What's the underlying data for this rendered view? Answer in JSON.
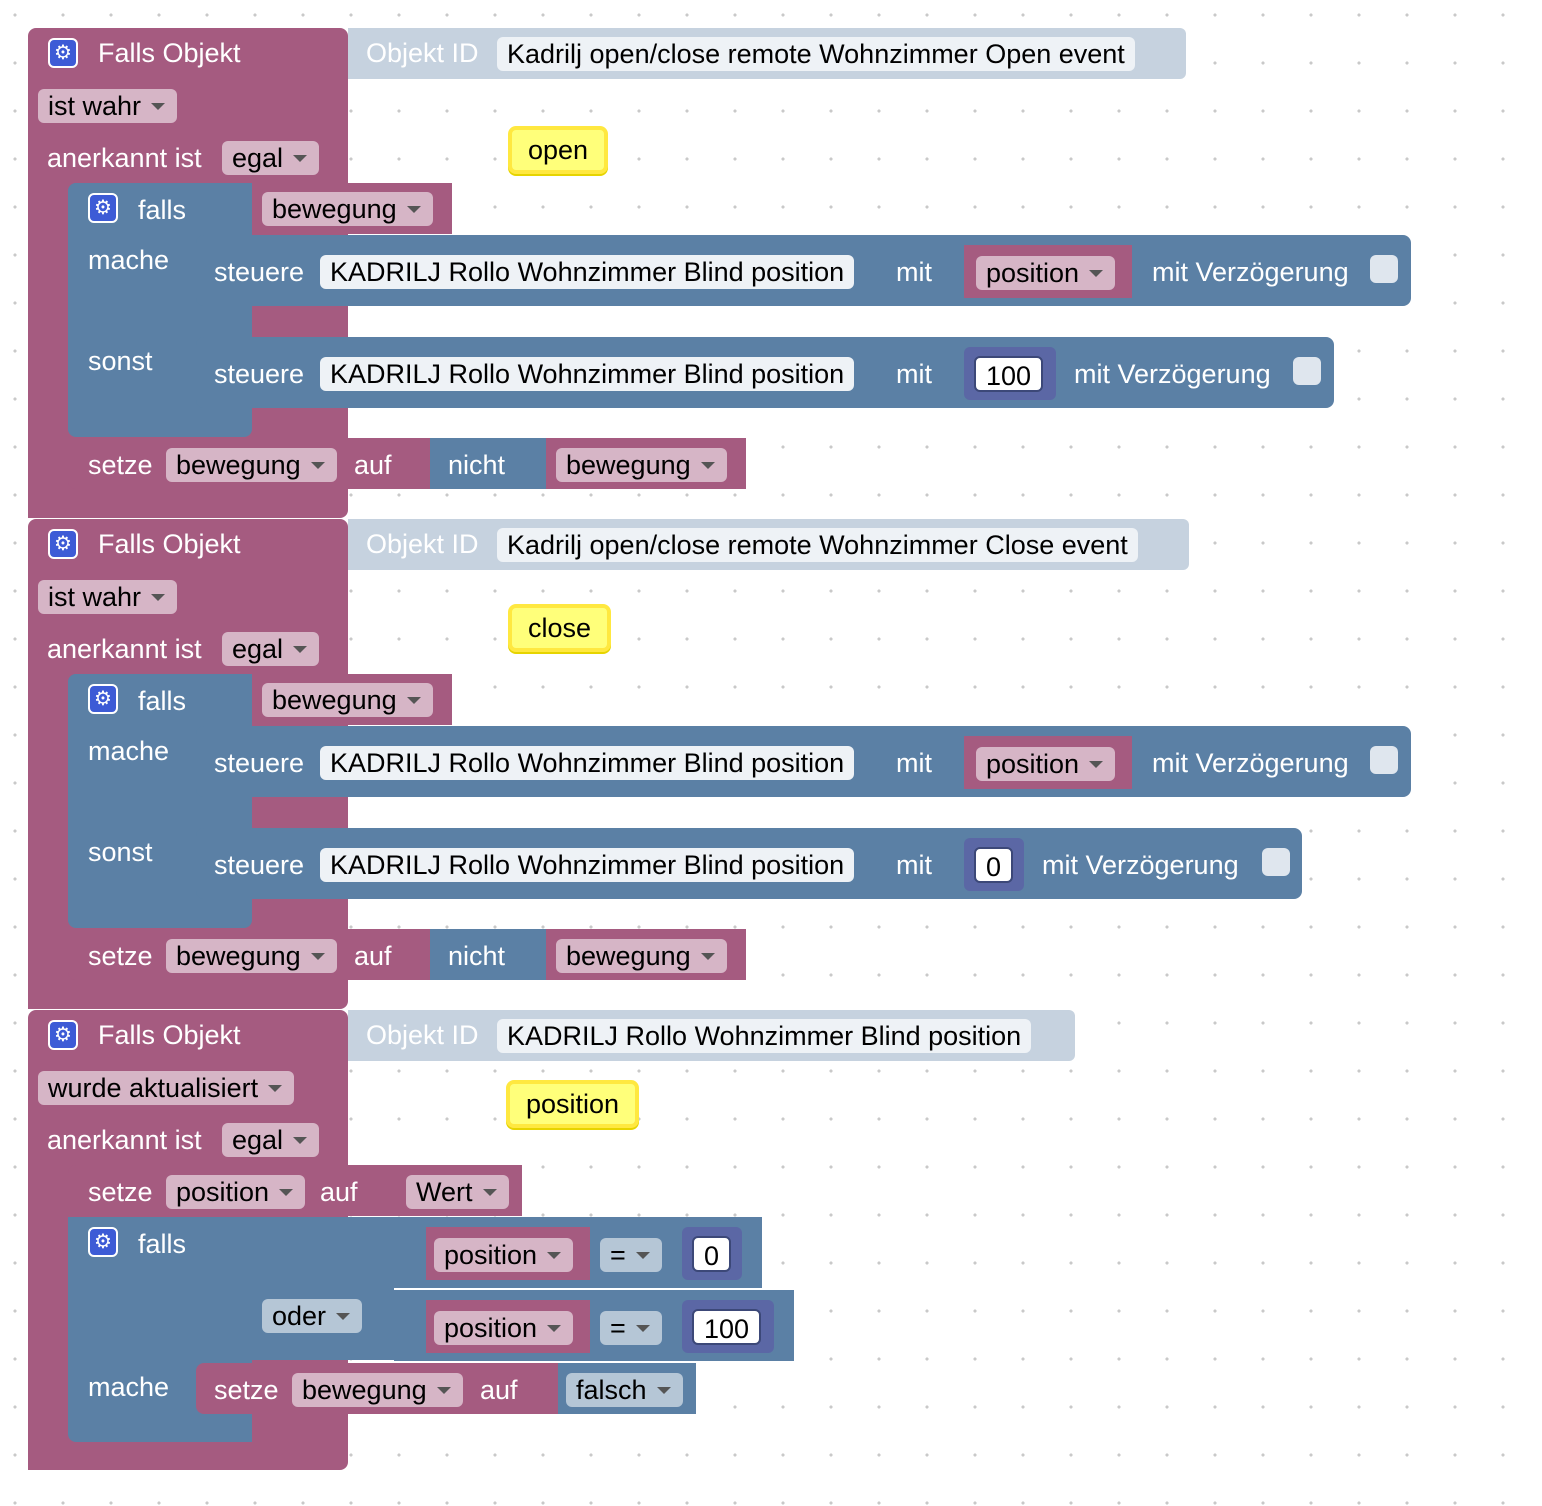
{
  "groups": [
    {
      "trigger_label": "Falls Objekt",
      "object_id_label": "Objekt ID",
      "object_id_value": "Kadrilj open/close remote Wohnzimmer Open event",
      "condition": "ist wahr",
      "acknowledged_label": "anerkannt ist",
      "acknowledged_value": "egal",
      "comment": "open",
      "if_label": "falls",
      "if_variable": "bewegung",
      "do_label": "mache",
      "else_label": "sonst",
      "then_action": {
        "label": "steuere",
        "target": "KADRILJ Rollo Wohnzimmer Blind position",
        "with": "mit",
        "value": "position",
        "delay_label": "mit Verzögerung"
      },
      "else_action": {
        "label": "steuere",
        "target": "KADRILJ Rollo Wohnzimmer Blind position",
        "with": "mit",
        "value": "100",
        "delay_label": "mit Verzögerung"
      },
      "set_action": {
        "label": "setze",
        "variable": "bewegung",
        "to": "auf",
        "not_label": "nicht",
        "operand": "bewegung"
      }
    },
    {
      "trigger_label": "Falls Objekt",
      "object_id_label": "Objekt ID",
      "object_id_value": "Kadrilj open/close remote Wohnzimmer Close event",
      "condition": "ist wahr",
      "acknowledged_label": "anerkannt ist",
      "acknowledged_value": "egal",
      "comment": "close",
      "if_label": "falls",
      "if_variable": "bewegung",
      "do_label": "mache",
      "else_label": "sonst",
      "then_action": {
        "label": "steuere",
        "target": "KADRILJ Rollo Wohnzimmer Blind position",
        "with": "mit",
        "value": "position",
        "delay_label": "mit Verzögerung"
      },
      "else_action": {
        "label": "steuere",
        "target": "KADRILJ Rollo Wohnzimmer Blind position",
        "with": "mit",
        "value": "0",
        "delay_label": "mit Verzögerung"
      },
      "set_action": {
        "label": "setze",
        "variable": "bewegung",
        "to": "auf",
        "not_label": "nicht",
        "operand": "bewegung"
      }
    },
    {
      "trigger_label": "Falls Objekt",
      "object_id_label": "Objekt ID",
      "object_id_value": "KADRILJ Rollo Wohnzimmer Blind position",
      "condition": "wurde aktualisiert",
      "acknowledged_label": "anerkannt ist",
      "acknowledged_value": "egal",
      "comment": "position",
      "set_first": {
        "label": "setze",
        "variable": "position",
        "to": "auf",
        "value": "Wert"
      },
      "if_label": "falls",
      "or_label": "oder",
      "compare1": {
        "left": "position",
        "op": "=",
        "right": "0"
      },
      "compare2": {
        "left": "position",
        "op": "=",
        "right": "100"
      },
      "do_label": "mache",
      "set_action": {
        "label": "setze",
        "variable": "bewegung",
        "to": "auf",
        "value": "falsch"
      }
    }
  ],
  "colors": {
    "event": "#a55b80",
    "control": "#5b80a5",
    "object_id": "#c6d2df",
    "comment": "#ffff7a"
  }
}
